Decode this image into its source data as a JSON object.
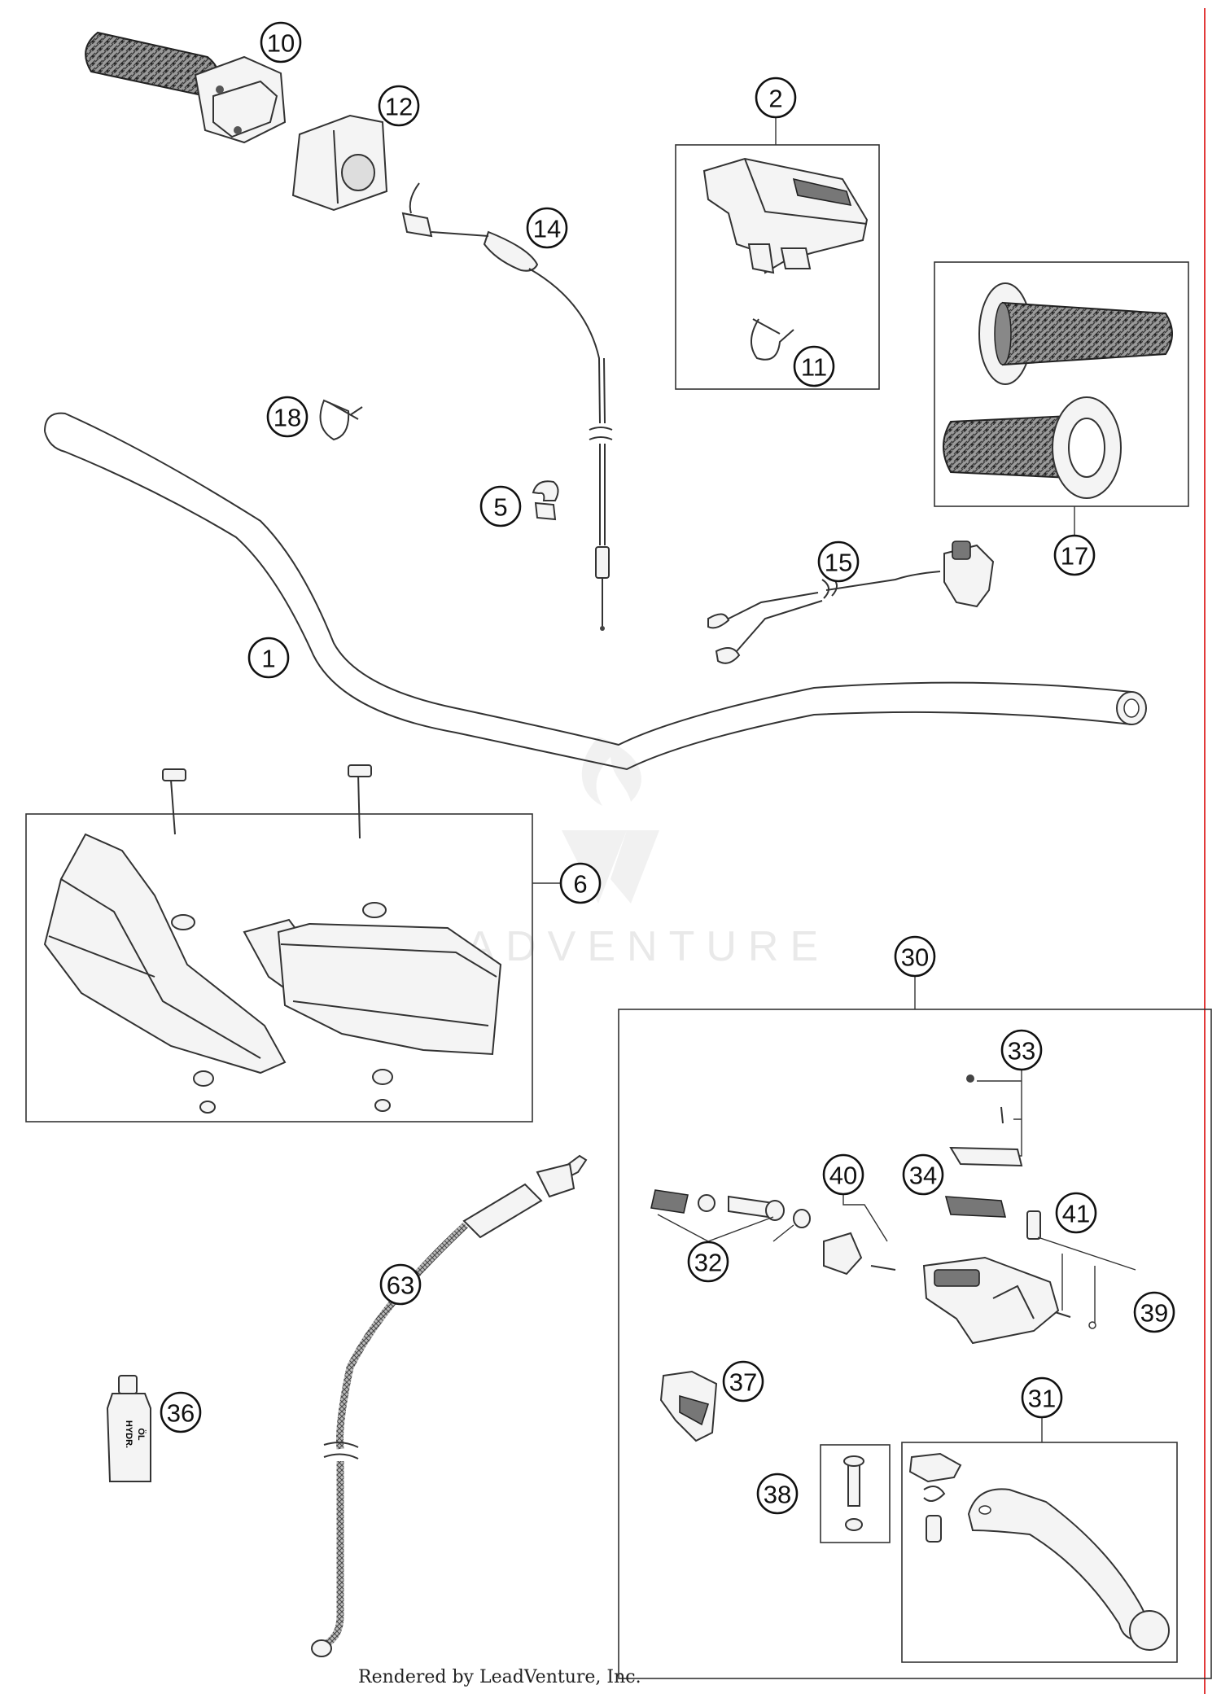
{
  "footer_text": "Rendered by LeadVenture, Inc.",
  "watermark_text": "LEADVENTURE",
  "bottle_label_line1": "HYDR.",
  "bottle_label_line2": "ÖL",
  "callouts": [
    "10",
    "12",
    "2",
    "14",
    "11",
    "18",
    "17",
    "5",
    "15",
    "1",
    "6",
    "30",
    "33",
    "40",
    "34",
    "41",
    "32",
    "39",
    "63",
    "36",
    "37",
    "31",
    "38"
  ]
}
